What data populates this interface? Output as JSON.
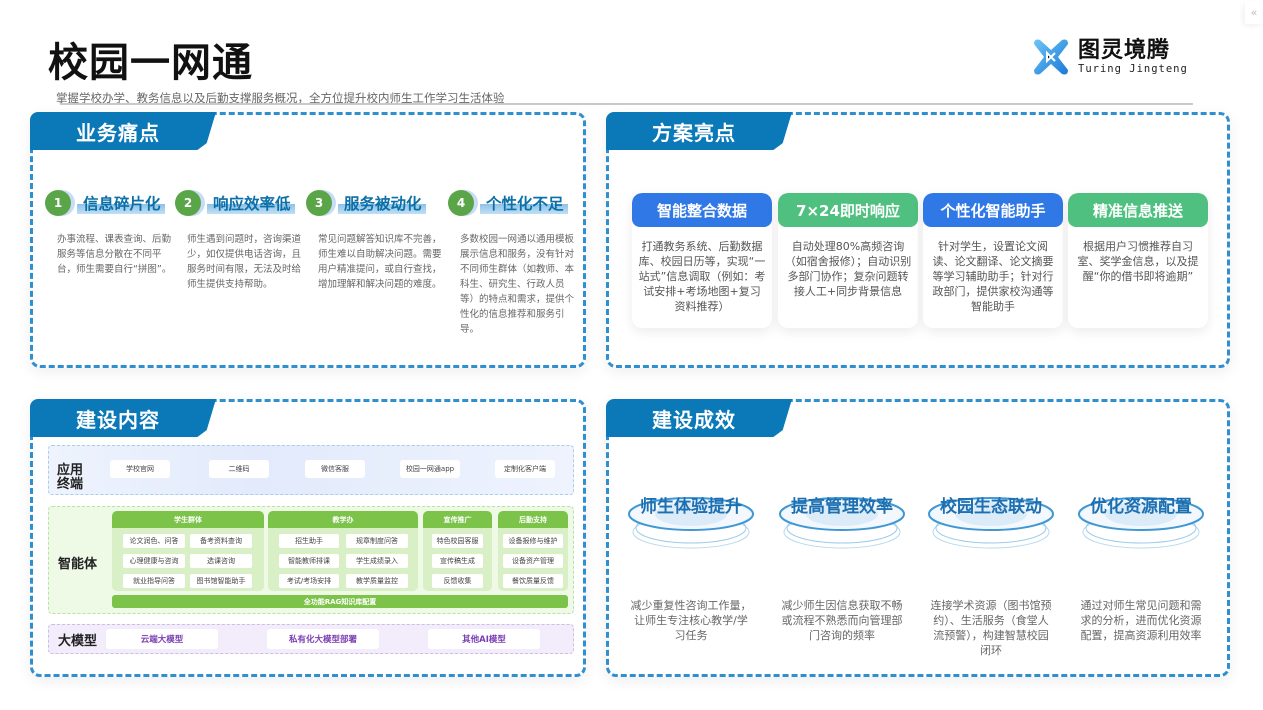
{
  "header": {
    "title": "校园一网通",
    "subtitle": "掌握学校办学、教务信息以及后勤支撑服务概况，全方位提升校内师生工作学习生活体验",
    "collapse_icon": "«"
  },
  "logo": {
    "name_cn": "图灵境腾",
    "name_en": "Turing Jingteng"
  },
  "colors": {
    "brand_blue": "#0b78b8",
    "dash_border": "#2f8fcf",
    "card_blue": "#2f78e6",
    "card_green": "#4fc080",
    "agent_green": "#7cc34a",
    "model_purple": "#7a3fb2"
  },
  "pain_points": {
    "title": "业务痛点",
    "items": [
      {
        "num": "1",
        "title": "信息碎片化",
        "desc": "办事流程、课表查询、后勤服务等信息分散在不同平台，师生需要自行“拼图”。"
      },
      {
        "num": "2",
        "title": "响应效率低",
        "desc": "师生遇到问题时，咨询渠道少，如仅提供电话咨询，且服务时间有限，无法及时给师生提供支持帮助。"
      },
      {
        "num": "3",
        "title": "服务被动化",
        "desc": "常见问题解答知识库不完善，师生难以自助解决问题。需要用户精准提问，或自行查找，增加理解和解决问题的难度。"
      },
      {
        "num": "4",
        "title": "个性化不足",
        "desc": "多数校园一网通以通用模板展示信息和服务，没有针对不同师生群体（如教师、本科生、研究生、行政人员等）的特点和需求，提供个性化的信息推荐和服务引导。"
      }
    ]
  },
  "highlights": {
    "title": "方案亮点",
    "items": [
      {
        "title": "智能整合数据",
        "color": "#2f78e6",
        "desc": "打通教务系统、后勤数据库、校园日历等，实现“一站式”信息调取（例如：考试安排+考场地图+复习资料推荐）"
      },
      {
        "title": "7×24即时响应",
        "color": "#4fc080",
        "desc": "自动处理80%高频咨询（如宿舍报修）；自动识别多部门协作；复杂问题转接人工+同步背景信息"
      },
      {
        "title": "个性化智能助手",
        "color": "#2f78e6",
        "desc": "针对学生，设置论文阅读、论文翻译、论文摘要等学习辅助助手；针对行政部门，提供家校沟通等智能助手"
      },
      {
        "title": "精准信息推送",
        "color": "#4fc080",
        "desc": "根据用户习惯推荐自习室、奖学金信息，以及提醒“你的借书即将逾期”"
      }
    ]
  },
  "construction": {
    "title": "建设内容",
    "terminal": {
      "label": "应用终端",
      "items": [
        "学校官网",
        "二维码",
        "微信客服",
        "校园一网通app",
        "定制化客户端"
      ]
    },
    "agents": {
      "label": "智能体",
      "groups": [
        {
          "title": "学生群体",
          "items": [
            "论文润色、问答",
            "备考资料查询",
            "心理健康与咨询",
            "选课咨询",
            "就业指导问答",
            "图书馆智能助手"
          ]
        },
        {
          "title": "教学办",
          "items": [
            "招生助手",
            "规章制度问答",
            "智能教师排课",
            "学生成绩录入",
            "考试/考场安排",
            "教学质量监控"
          ]
        },
        {
          "title": "宣传推广",
          "items": [
            "特色校园客服",
            "宣传稿生成",
            "反馈收集"
          ]
        },
        {
          "title": "后勤支持",
          "items": [
            "设备报修与维护",
            "设备资产管理",
            "餐饮质量反馈"
          ]
        }
      ],
      "rag": "全功能RAG知识库配置"
    },
    "models": {
      "label": "大模型",
      "items": [
        "云端大模型",
        "私有化大模型部署",
        "其他AI模型"
      ]
    }
  },
  "outcomes": {
    "title": "建设成效",
    "items": [
      {
        "title": "师生体验提升",
        "desc": "减少重复性咨询工作量，让师生专注核心教学/学习任务"
      },
      {
        "title": "提高管理效率",
        "desc": "减少师生因信息获取不畅或流程不熟悉而向管理部门咨询的频率"
      },
      {
        "title": "校园生态联动",
        "desc": "连接学术资源（图书馆预约）、生活服务（食堂人流预警），构建智慧校园闭环"
      },
      {
        "title": "优化资源配置",
        "desc": "通过对师生常见问题和需求的分析，进而优化资源配置，提高资源利用效率"
      }
    ]
  }
}
